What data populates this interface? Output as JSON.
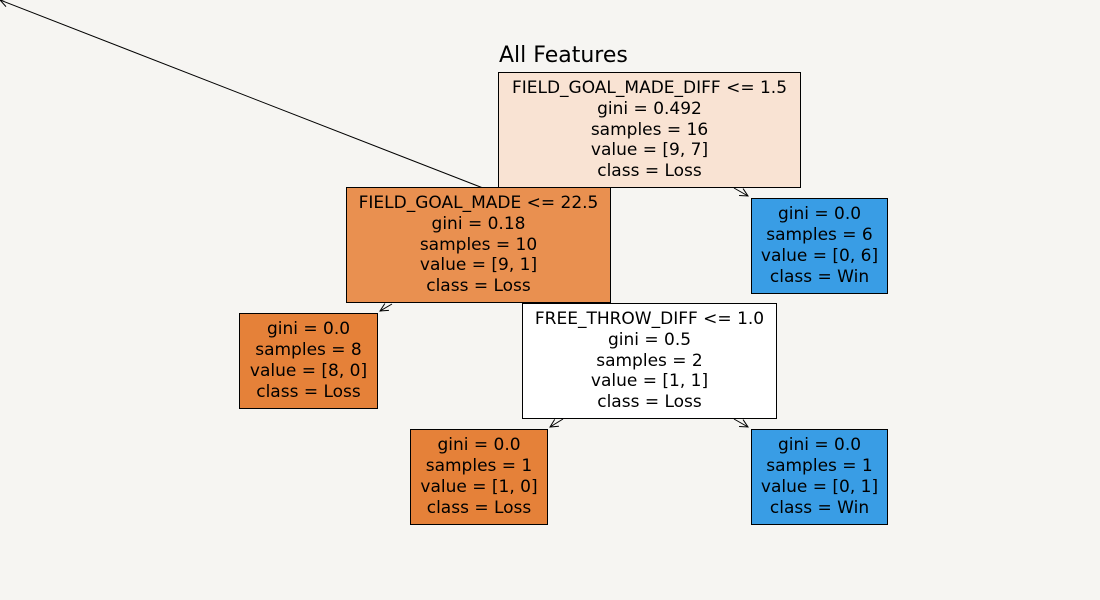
{
  "title": "All Features",
  "colors": {
    "background": "#f6f5f2",
    "loss_strong": "#e58139",
    "loss_mid": "#e99050",
    "loss_weak": "#f9e3d3",
    "neutral": "#ffffff",
    "win": "#399de5"
  },
  "nodes": [
    {
      "id": "root",
      "lines": [
        "FIELD_GOAL_MADE_DIFF <= 1.5",
        "gini = 0.492",
        "samples = 16",
        "value = [9, 7]",
        "class = Loss"
      ],
      "fill": "#f9e3d3"
    },
    {
      "id": "left",
      "lines": [
        "FIELD_GOAL_MADE <= 22.5",
        "gini = 0.18",
        "samples = 10",
        "value = [9, 1]",
        "class = Loss"
      ],
      "fill": "#e99050"
    },
    {
      "id": "right",
      "lines": [
        "gini = 0.0",
        "samples = 6",
        "value = [0, 6]",
        "class = Win"
      ],
      "fill": "#399de5"
    },
    {
      "id": "left-left",
      "lines": [
        "gini = 0.0",
        "samples = 8",
        "value = [8, 0]",
        "class = Loss"
      ],
      "fill": "#e58139"
    },
    {
      "id": "left-right",
      "lines": [
        "FREE_THROW_DIFF <= 1.0",
        "gini = 0.5",
        "samples = 2",
        "value = [1, 1]",
        "class = Loss"
      ],
      "fill": "#ffffff"
    },
    {
      "id": "lr-left",
      "lines": [
        "gini = 0.0",
        "samples = 1",
        "value = [1, 0]",
        "class = Loss"
      ],
      "fill": "#e58139"
    },
    {
      "id": "lr-right",
      "lines": [
        "gini = 0.0",
        "samples = 1",
        "value = [0, 1]",
        "class = Win"
      ],
      "fill": "#399de5"
    }
  ],
  "edges": [
    {
      "from": "root",
      "to": "left"
    },
    {
      "from": "root",
      "to": "right"
    },
    {
      "from": "left",
      "to": "left-left"
    },
    {
      "from": "left",
      "to": "left-right"
    },
    {
      "from": "left-right",
      "to": "lr-left"
    },
    {
      "from": "left-right",
      "to": "lr-right"
    }
  ]
}
